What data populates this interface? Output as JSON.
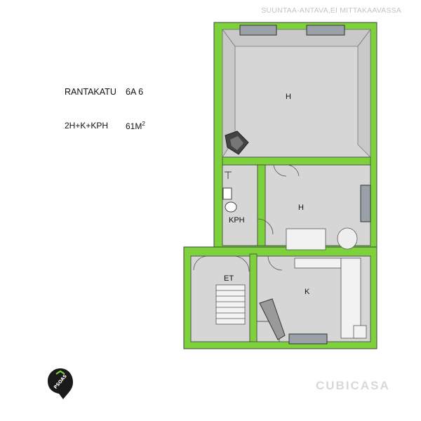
{
  "disclaimer": "SUUNTAA-ANTAVA,EI MITTAKAAVASSA",
  "address": {
    "street": "RANTAKATU",
    "number": "6A 6"
  },
  "unit": {
    "type": "2H+K+KPH",
    "area": "61M",
    "area_sup": "2"
  },
  "rooms": {
    "bedroom_top": "H",
    "bedroom_middle": "H",
    "bathroom": "KPH",
    "kitchen": "K",
    "hallway": "ET"
  },
  "logo": {
    "text": "PSOAS"
  },
  "brand": "CUBICASA",
  "colors": {
    "wall": "#7dd13a",
    "floor": "#d6d6d6",
    "outline": "#555555"
  }
}
